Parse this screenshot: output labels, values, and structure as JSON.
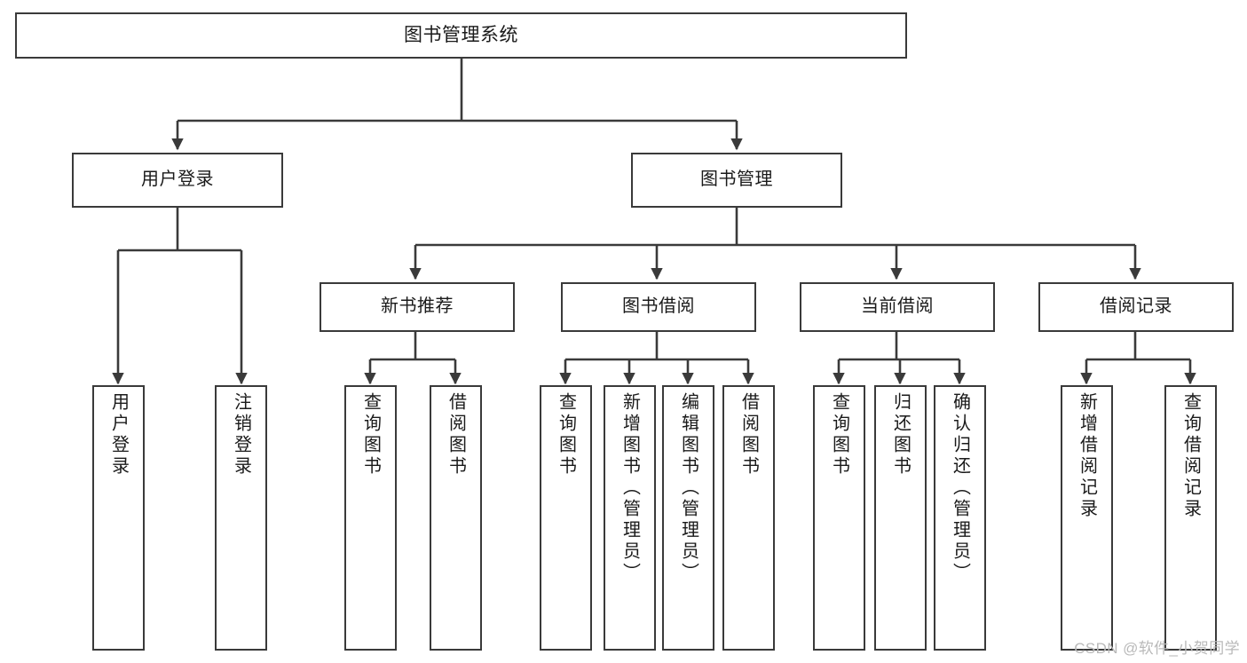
{
  "diagram": {
    "title": "图书管理系统",
    "watermark": "CSDN @软件_小贺同学",
    "accent_color": "#3a3a3a",
    "background_color": "#ffffff",
    "text_color": "#1a1a1a",
    "watermark_color": "#b9b9b9",
    "root": {
      "label": "图书管理系统"
    },
    "level1": [
      {
        "label": "用户登录"
      },
      {
        "label": "图书管理"
      }
    ],
    "level2": [
      {
        "label": "新书推荐"
      },
      {
        "label": "图书借阅"
      },
      {
        "label": "当前借阅"
      },
      {
        "label": "借阅记录"
      }
    ],
    "leaves": [
      {
        "label": "用户登录"
      },
      {
        "label": "注销登录"
      },
      {
        "label": "查询图书"
      },
      {
        "label": "借阅图书"
      },
      {
        "label": "查询图书"
      },
      {
        "label": "新增图书（管理员）"
      },
      {
        "label": "编辑图书（管理员）"
      },
      {
        "label": "借阅图书"
      },
      {
        "label": "查询图书"
      },
      {
        "label": "归还图书"
      },
      {
        "label": "确认归还（管理员）"
      },
      {
        "label": "新增借阅记录"
      },
      {
        "label": "查询借阅记录"
      }
    ]
  }
}
